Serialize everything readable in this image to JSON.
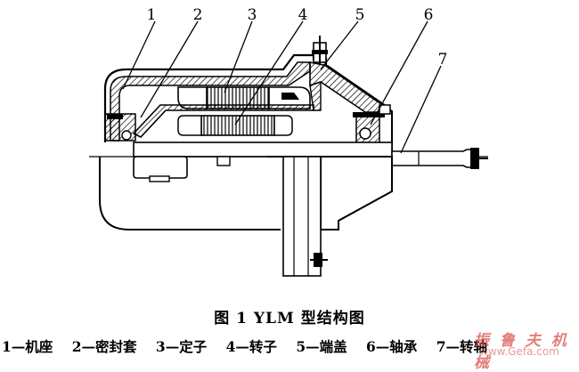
{
  "callouts": [
    {
      "id": "1",
      "label": "1"
    },
    {
      "id": "2",
      "label": "2"
    },
    {
      "id": "3",
      "label": "3"
    },
    {
      "id": "4",
      "label": "4"
    },
    {
      "id": "5",
      "label": "5"
    },
    {
      "id": "6",
      "label": "6"
    },
    {
      "id": "7",
      "label": "7"
    }
  ],
  "caption": {
    "title": "图 1   YLM 型结构图",
    "legend": [
      "1—机座",
      "2—密封套",
      "3—定子",
      "4—转子",
      "5—端盖",
      "6—轴承",
      "7—转轴"
    ]
  },
  "watermark": {
    "cn": "振 鲁 夫 机 械",
    "en": "www.Gefa.com"
  },
  "colors": {
    "line": "#000000",
    "hatch": "#000000",
    "watermark": "#d9534f"
  }
}
